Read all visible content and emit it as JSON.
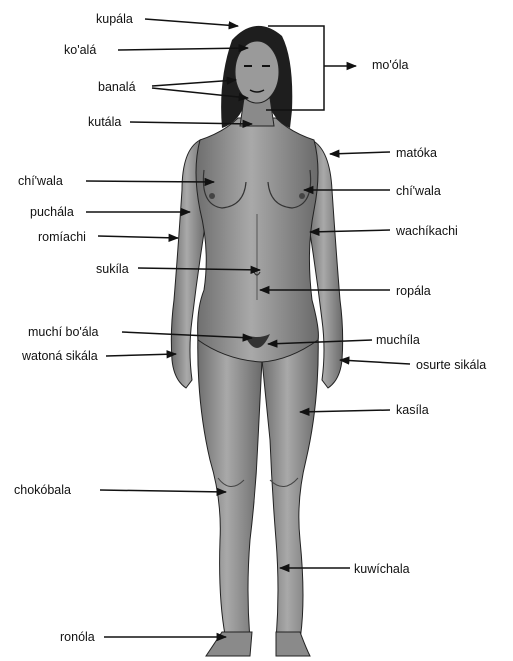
{
  "labels": {
    "kupala": "kupála",
    "koala": "ko'alá",
    "banala": "banalá",
    "kutala": "kutála",
    "moola": "mo'óla",
    "matoka": "matóka",
    "chiwala_left": "chí'wala",
    "chiwala_right": "chí'wala",
    "puchala": "puchála",
    "wachikachi": "wachíkachi",
    "romiachi": "romíachi",
    "sukila": "sukíla",
    "ropala": "ropála",
    "muchi_boala": "muchí bo'ála",
    "muchila": "muchíla",
    "watona_sikala": "watoná sikála",
    "osurte_sikala": "osurte sikála",
    "kasila": "kasíla",
    "chokobala": "chokóbala",
    "kuwichala": "kuwíchala",
    "ronola": "ronóla"
  },
  "colors": {
    "skin": "#8d8d8d",
    "hair": "#1e1e1e",
    "line": "#111111"
  }
}
